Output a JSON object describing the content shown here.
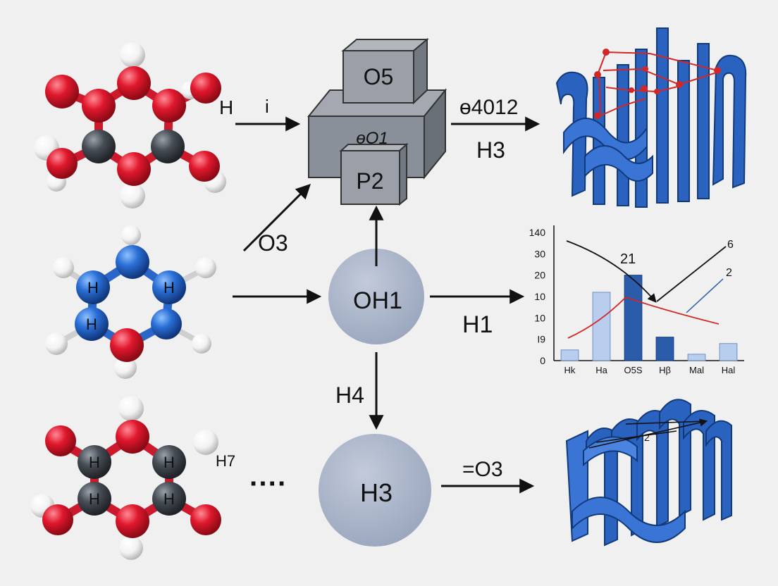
{
  "labels": {
    "top_left_arrow": "H",
    "top_left_arrow_i": "i",
    "box_top": "O5",
    "box_mid": "ɵO1",
    "box_front": "P2",
    "diag_arrow": "O3",
    "top_right_arrow_a": "ɵ4012",
    "top_right_arrow_b": "H3",
    "circle_mid": "OH1",
    "mid_right_arrow": "H1",
    "down_arrow": "H4",
    "circle_bottom": "H3",
    "bottom_right_arrow": "=O3",
    "dots": "····",
    "mol2_h1": "H",
    "mol2_h2": "H",
    "mol2_h3": "H",
    "mol3_h1": "H",
    "mol3_h2": "H",
    "mol3_h3": "H",
    "mol3_h4": "H",
    "mol3_side": "H7",
    "ribbon_top_label": "",
    "ribbon_bottom_label": "2"
  },
  "chart_data": {
    "type": "bar",
    "y_tick_labels": [
      "140",
      "30",
      "20",
      "10",
      "10",
      "I9",
      "0"
    ],
    "categories": [
      "Hk",
      "Ha",
      "O5S",
      "Hβ",
      "Mal",
      "Hal"
    ],
    "values": [
      0.5,
      3.2,
      4.0,
      1.1,
      0.3,
      0.8
    ],
    "ylim": [
      0,
      6
    ],
    "annotations": [
      "21",
      "6",
      "2"
    ],
    "colors": {
      "light_bar": "#b9cdee",
      "dark_bar": "#2a5caa",
      "curve": "#d32626"
    }
  },
  "colors": {
    "oxygen": "#e0182d",
    "carbon": "#474d55",
    "hydrogen": "#ffffff",
    "nitrogen": "#2a6fd6",
    "circle": "#a9b4c8",
    "box": "#8a9099",
    "ribbon": "#2a62c0"
  }
}
